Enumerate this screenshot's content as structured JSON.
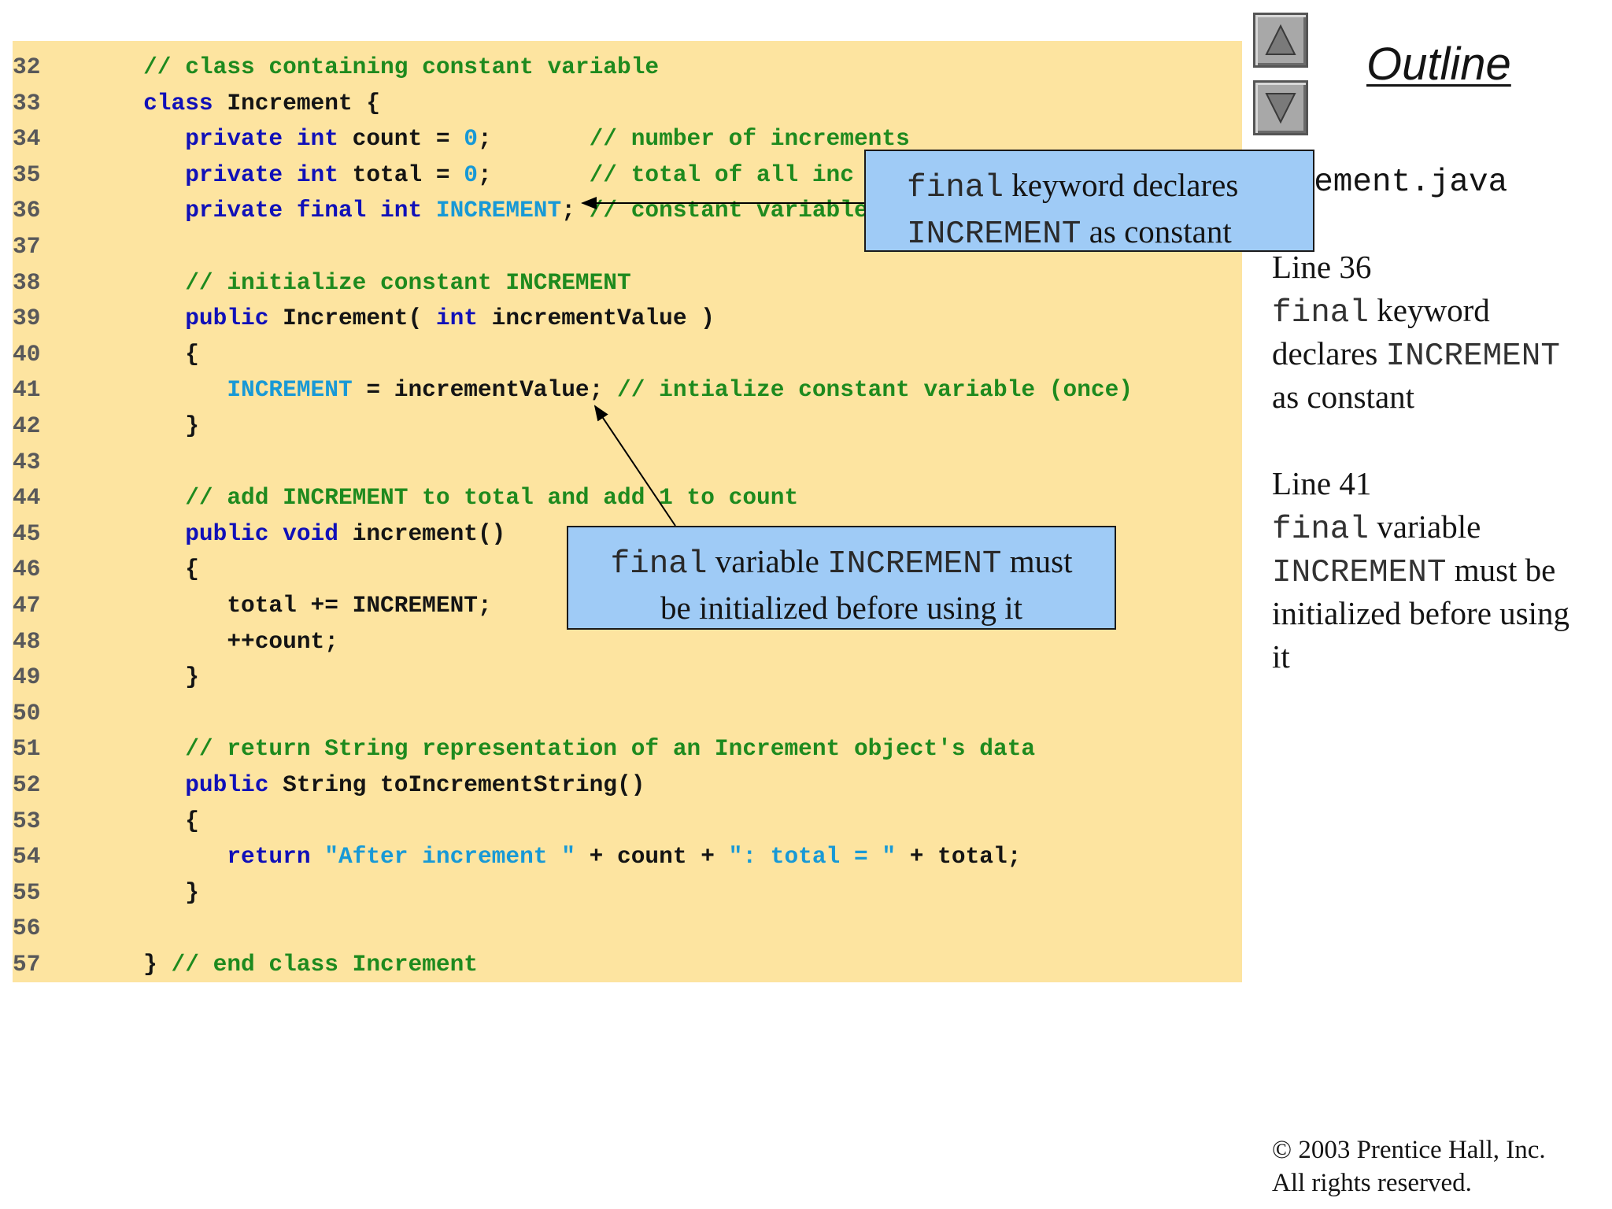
{
  "code": [
    {
      "num": "32",
      "parts": [
        {
          "t": "   "
        },
        {
          "c": "// class containing constant variable"
        }
      ]
    },
    {
      "num": "33",
      "parts": [
        {
          "t": "   "
        },
        {
          "k": "class"
        },
        {
          "t": " Increment {"
        }
      ]
    },
    {
      "num": "34",
      "parts": [
        {
          "t": "      "
        },
        {
          "k": "private int"
        },
        {
          "t": " count = "
        },
        {
          "n": "0"
        },
        {
          "t": ";       "
        },
        {
          "c": "// number of increments"
        }
      ]
    },
    {
      "num": "35",
      "parts": [
        {
          "t": "      "
        },
        {
          "k": "private int"
        },
        {
          "t": " total = "
        },
        {
          "n": "0"
        },
        {
          "t": ";       "
        },
        {
          "c": "// total of all inc"
        }
      ]
    },
    {
      "num": "36",
      "parts": [
        {
          "t": "      "
        },
        {
          "k": "private final int"
        },
        {
          "t": " "
        },
        {
          "n": "INCREMENT"
        },
        {
          "t": "; "
        },
        {
          "c": "// constant variable"
        }
      ]
    },
    {
      "num": "37",
      "parts": []
    },
    {
      "num": "38",
      "parts": [
        {
          "t": "      "
        },
        {
          "c": "// initialize constant INCREMENT"
        }
      ]
    },
    {
      "num": "39",
      "parts": [
        {
          "t": "      "
        },
        {
          "k": "public"
        },
        {
          "t": " Increment( "
        },
        {
          "k": "int"
        },
        {
          "t": " incrementValue )"
        }
      ]
    },
    {
      "num": "40",
      "parts": [
        {
          "t": "      {"
        }
      ]
    },
    {
      "num": "41",
      "parts": [
        {
          "t": "         "
        },
        {
          "n": "INCREMENT"
        },
        {
          "t": " = incrementValue; "
        },
        {
          "c": "// intialize constant variable (once)"
        }
      ]
    },
    {
      "num": "42",
      "parts": [
        {
          "t": "      }"
        }
      ]
    },
    {
      "num": "43",
      "parts": []
    },
    {
      "num": "44",
      "parts": [
        {
          "t": "      "
        },
        {
          "c": "// add INCREMENT to total and add 1 to count"
        }
      ]
    },
    {
      "num": "45",
      "parts": [
        {
          "t": "      "
        },
        {
          "k": "public void"
        },
        {
          "t": " increment()"
        }
      ]
    },
    {
      "num": "46",
      "parts": [
        {
          "t": "      {"
        }
      ]
    },
    {
      "num": "47",
      "parts": [
        {
          "t": "         total += INCREMENT;"
        }
      ]
    },
    {
      "num": "48",
      "parts": [
        {
          "t": "         ++count;"
        }
      ]
    },
    {
      "num": "49",
      "parts": [
        {
          "t": "      }"
        }
      ]
    },
    {
      "num": "50",
      "parts": []
    },
    {
      "num": "51",
      "parts": [
        {
          "t": "      "
        },
        {
          "c": "// return String representation of an Increment object's data"
        }
      ]
    },
    {
      "num": "52",
      "parts": [
        {
          "t": "      "
        },
        {
          "k": "public"
        },
        {
          "t": " String toIncrementString()"
        }
      ]
    },
    {
      "num": "53",
      "parts": [
        {
          "t": "      {"
        }
      ]
    },
    {
      "num": "54",
      "parts": [
        {
          "t": "         "
        },
        {
          "k": "return"
        },
        {
          "t": " "
        },
        {
          "s": "\"After increment \""
        },
        {
          "t": " + count + "
        },
        {
          "s": "\": total = \""
        },
        {
          "t": " + total;"
        }
      ]
    },
    {
      "num": "55",
      "parts": [
        {
          "t": "      }"
        }
      ]
    },
    {
      "num": "56",
      "parts": []
    },
    {
      "num": "57",
      "parts": [
        {
          "t": "   } "
        },
        {
          "c": "// end class Increment"
        }
      ]
    }
  ],
  "nav": {
    "up_icon": "triangle-up-icon",
    "down_icon": "triangle-down-icon"
  },
  "outline": {
    "title": "Outline",
    "file_name": "crement.java",
    "line36_heading": "Line 36",
    "line36_code_word": "final",
    "line36_text_1": " keyword",
    "line36_text_2": "declares ",
    "line36_code_word_2": "INCREMENT",
    "line36_text_3": "as constant",
    "line41_heading": "Line 41",
    "line41_code_word": "final",
    "line41_text_1": " variable",
    "line41_code_word_2": "INCREMENT",
    "line41_text_2": " must be",
    "line41_text_3": "initialized before using",
    "line41_text_4": "it"
  },
  "callout_top": {
    "code_word": "final",
    "text_1": " keyword declares",
    "code_word_2": "INCREMENT",
    "text_2": " as constant"
  },
  "callout_bottom": {
    "code_word": "final",
    "text_1": " variable ",
    "code_word_2": "INCREMENT",
    "text_2": " must",
    "text_3": "be initialized before using it"
  },
  "copyright": {
    "line1": "© 2003 Prentice Hall, Inc.",
    "line2": "All rights reserved."
  },
  "colors": {
    "code_background": "#fde4a0",
    "keyword": "#1010b8",
    "comment": "#1e8a1e",
    "literal": "#1899d6",
    "callout": "#9fcbf6"
  }
}
